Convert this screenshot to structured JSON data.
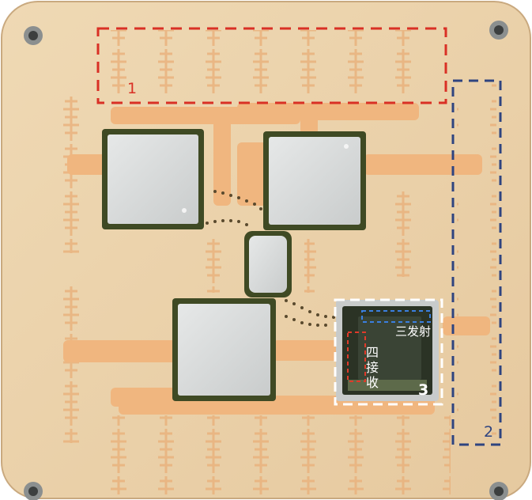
{
  "annotations": {
    "region_1": "1",
    "region_2": "2",
    "region_3": "3",
    "transmit_label": "三发射",
    "receive_label": "四接收"
  },
  "colors": {
    "board": "#e8cfa8",
    "copper": "#f0b67f",
    "chip_metal": "#d9dbdb",
    "die_border": "#3f4a24",
    "red_box": "#d93025",
    "blue_box": "#2f4480",
    "white_box": "#ffffff"
  }
}
